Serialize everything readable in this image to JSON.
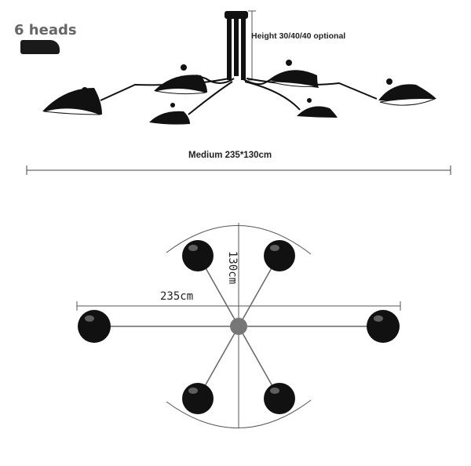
{
  "badge": {
    "text": "6 heads"
  },
  "top_view": {
    "height_label": "Height 30/40/40 optional",
    "width_label": "Medium 235*130cm"
  },
  "plan_view": {
    "width_label": "235cm",
    "height_label": "130cm"
  },
  "colors": {
    "lamp": "#111111",
    "arm": "#333333",
    "dim_line": "#555555",
    "hub": "#777777"
  }
}
